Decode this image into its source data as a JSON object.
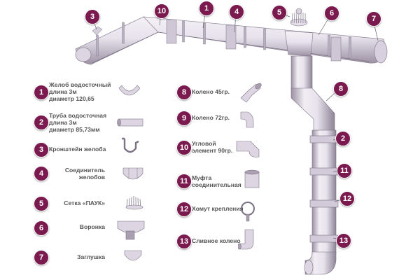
{
  "colors": {
    "badge": "#7b1a4f",
    "badge_border": "#ffffff",
    "label_text": "#555555",
    "gutter_light": "#e7e2ec",
    "gutter_mid": "#c9c0d0",
    "gutter_dark": "#9c91a4"
  },
  "diagram_callouts": [
    "3",
    "10",
    "1",
    "4",
    "5",
    "6",
    "7",
    "8",
    "2",
    "11",
    "12",
    "13"
  ],
  "legend": [
    {
      "number": "1",
      "lines": [
        "Желоб водосточный",
        "длина 3м",
        "диаметр 120,65"
      ],
      "icon": "gutter-piece-icon"
    },
    {
      "number": "2",
      "lines": [
        "Труба водосточная",
        "длина 3м",
        "диаметр 85,73мм"
      ],
      "icon": "pipe-icon"
    },
    {
      "number": "3",
      "lines": [
        "Кронштейн желоба"
      ],
      "icon": "gutter-bracket-icon"
    },
    {
      "number": "4",
      "lines": [
        "Соединитель",
        "желобов"
      ],
      "icon": "gutter-connector-icon"
    },
    {
      "number": "5",
      "lines": [
        "Сетка «ПАУК»"
      ],
      "icon": "spider-mesh-icon"
    },
    {
      "number": "6",
      "lines": [
        "Воронка"
      ],
      "icon": "funnel-icon"
    },
    {
      "number": "7",
      "lines": [
        "Заглушка"
      ],
      "icon": "end-cap-icon"
    },
    {
      "number": "8",
      "lines": [
        "Колено 45гр."
      ],
      "icon": "elbow-45-icon"
    },
    {
      "number": "9",
      "lines": [
        "Колено 72гр."
      ],
      "icon": "elbow-72-icon"
    },
    {
      "number": "10",
      "lines": [
        "Угловой",
        "элемент 90гр."
      ],
      "icon": "corner-90-icon"
    },
    {
      "number": "11",
      "lines": [
        "Муфта",
        "соединительная"
      ],
      "icon": "coupling-icon"
    },
    {
      "number": "12",
      "lines": [
        "Хомут крепления"
      ],
      "icon": "pipe-clamp-icon"
    },
    {
      "number": "13",
      "lines": [
        "Сливное колено"
      ],
      "icon": "drain-elbow-icon"
    }
  ]
}
